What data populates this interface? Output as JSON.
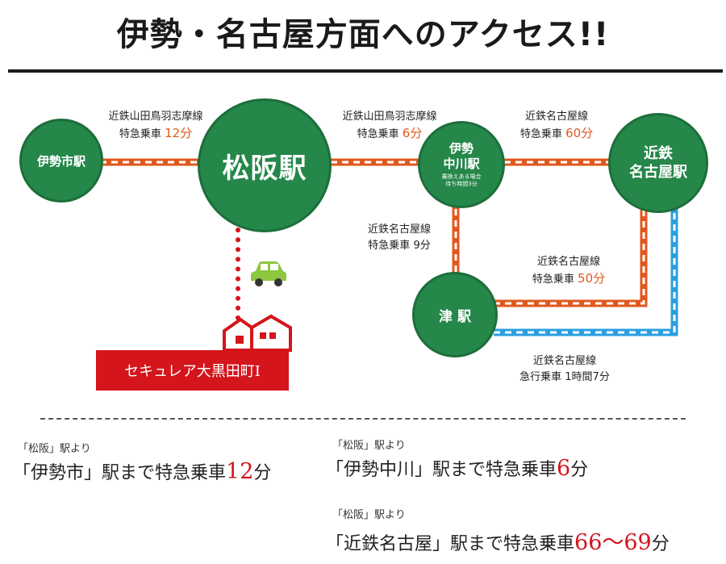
{
  "title": "伊勢・名古屋方面へのアクセス!!",
  "stations": {
    "ise": "伊勢市駅",
    "matsusaka": "松阪駅",
    "nakagawa_line1": "伊勢",
    "nakagawa_line2": "中川駅",
    "nakagawa_note1": "乗換えある場合",
    "nakagawa_note2": "待ち時間3分",
    "nagoya_line1": "近鉄",
    "nagoya_line2": "名古屋駅",
    "tsu": "津 駅"
  },
  "routes": {
    "ise_matsusaka": {
      "line": "近鉄山田鳥羽志摩線",
      "type": "特急乗車",
      "time": "12分"
    },
    "matsusaka_nakagawa": {
      "line": "近鉄山田鳥羽志摩線",
      "type": "特急乗車",
      "time": "6分"
    },
    "nakagawa_nagoya": {
      "line": "近鉄名古屋線",
      "type": "特急乗車",
      "time": "60分"
    },
    "nakagawa_tsu": {
      "line": "近鉄名古屋線",
      "type": "特急乗車",
      "time": "9分"
    },
    "tsu_nagoya_express": {
      "line": "近鉄名古屋線",
      "type": "特急乗車",
      "time": "50分"
    },
    "tsu_nagoya_rapid": {
      "line": "近鉄名古屋線",
      "text": "急行乗車 1時間7分"
    }
  },
  "destination": "セキュレア大黒田町Ⅰ",
  "summary": [
    {
      "from": "「松阪」駅より",
      "prefix": "「伊勢市」駅まで特急乗車",
      "time": "12",
      "unit": "分"
    },
    {
      "from": "「松阪」駅より",
      "prefix": "「伊勢中川」駅まで特急乗車",
      "time": "6",
      "unit": "分"
    },
    {
      "from": "「松阪」駅より",
      "prefix": "「近鉄名古屋」駅まで特急乗車",
      "time": "66～69",
      "unit": "分"
    }
  ],
  "colors": {
    "express": "#e0581e",
    "rapid": "#2a9fe0",
    "station": "#25874a",
    "destination": "#d4151c",
    "car": "#8dc63f"
  },
  "icons": [
    "car-icon",
    "house-icon"
  ]
}
